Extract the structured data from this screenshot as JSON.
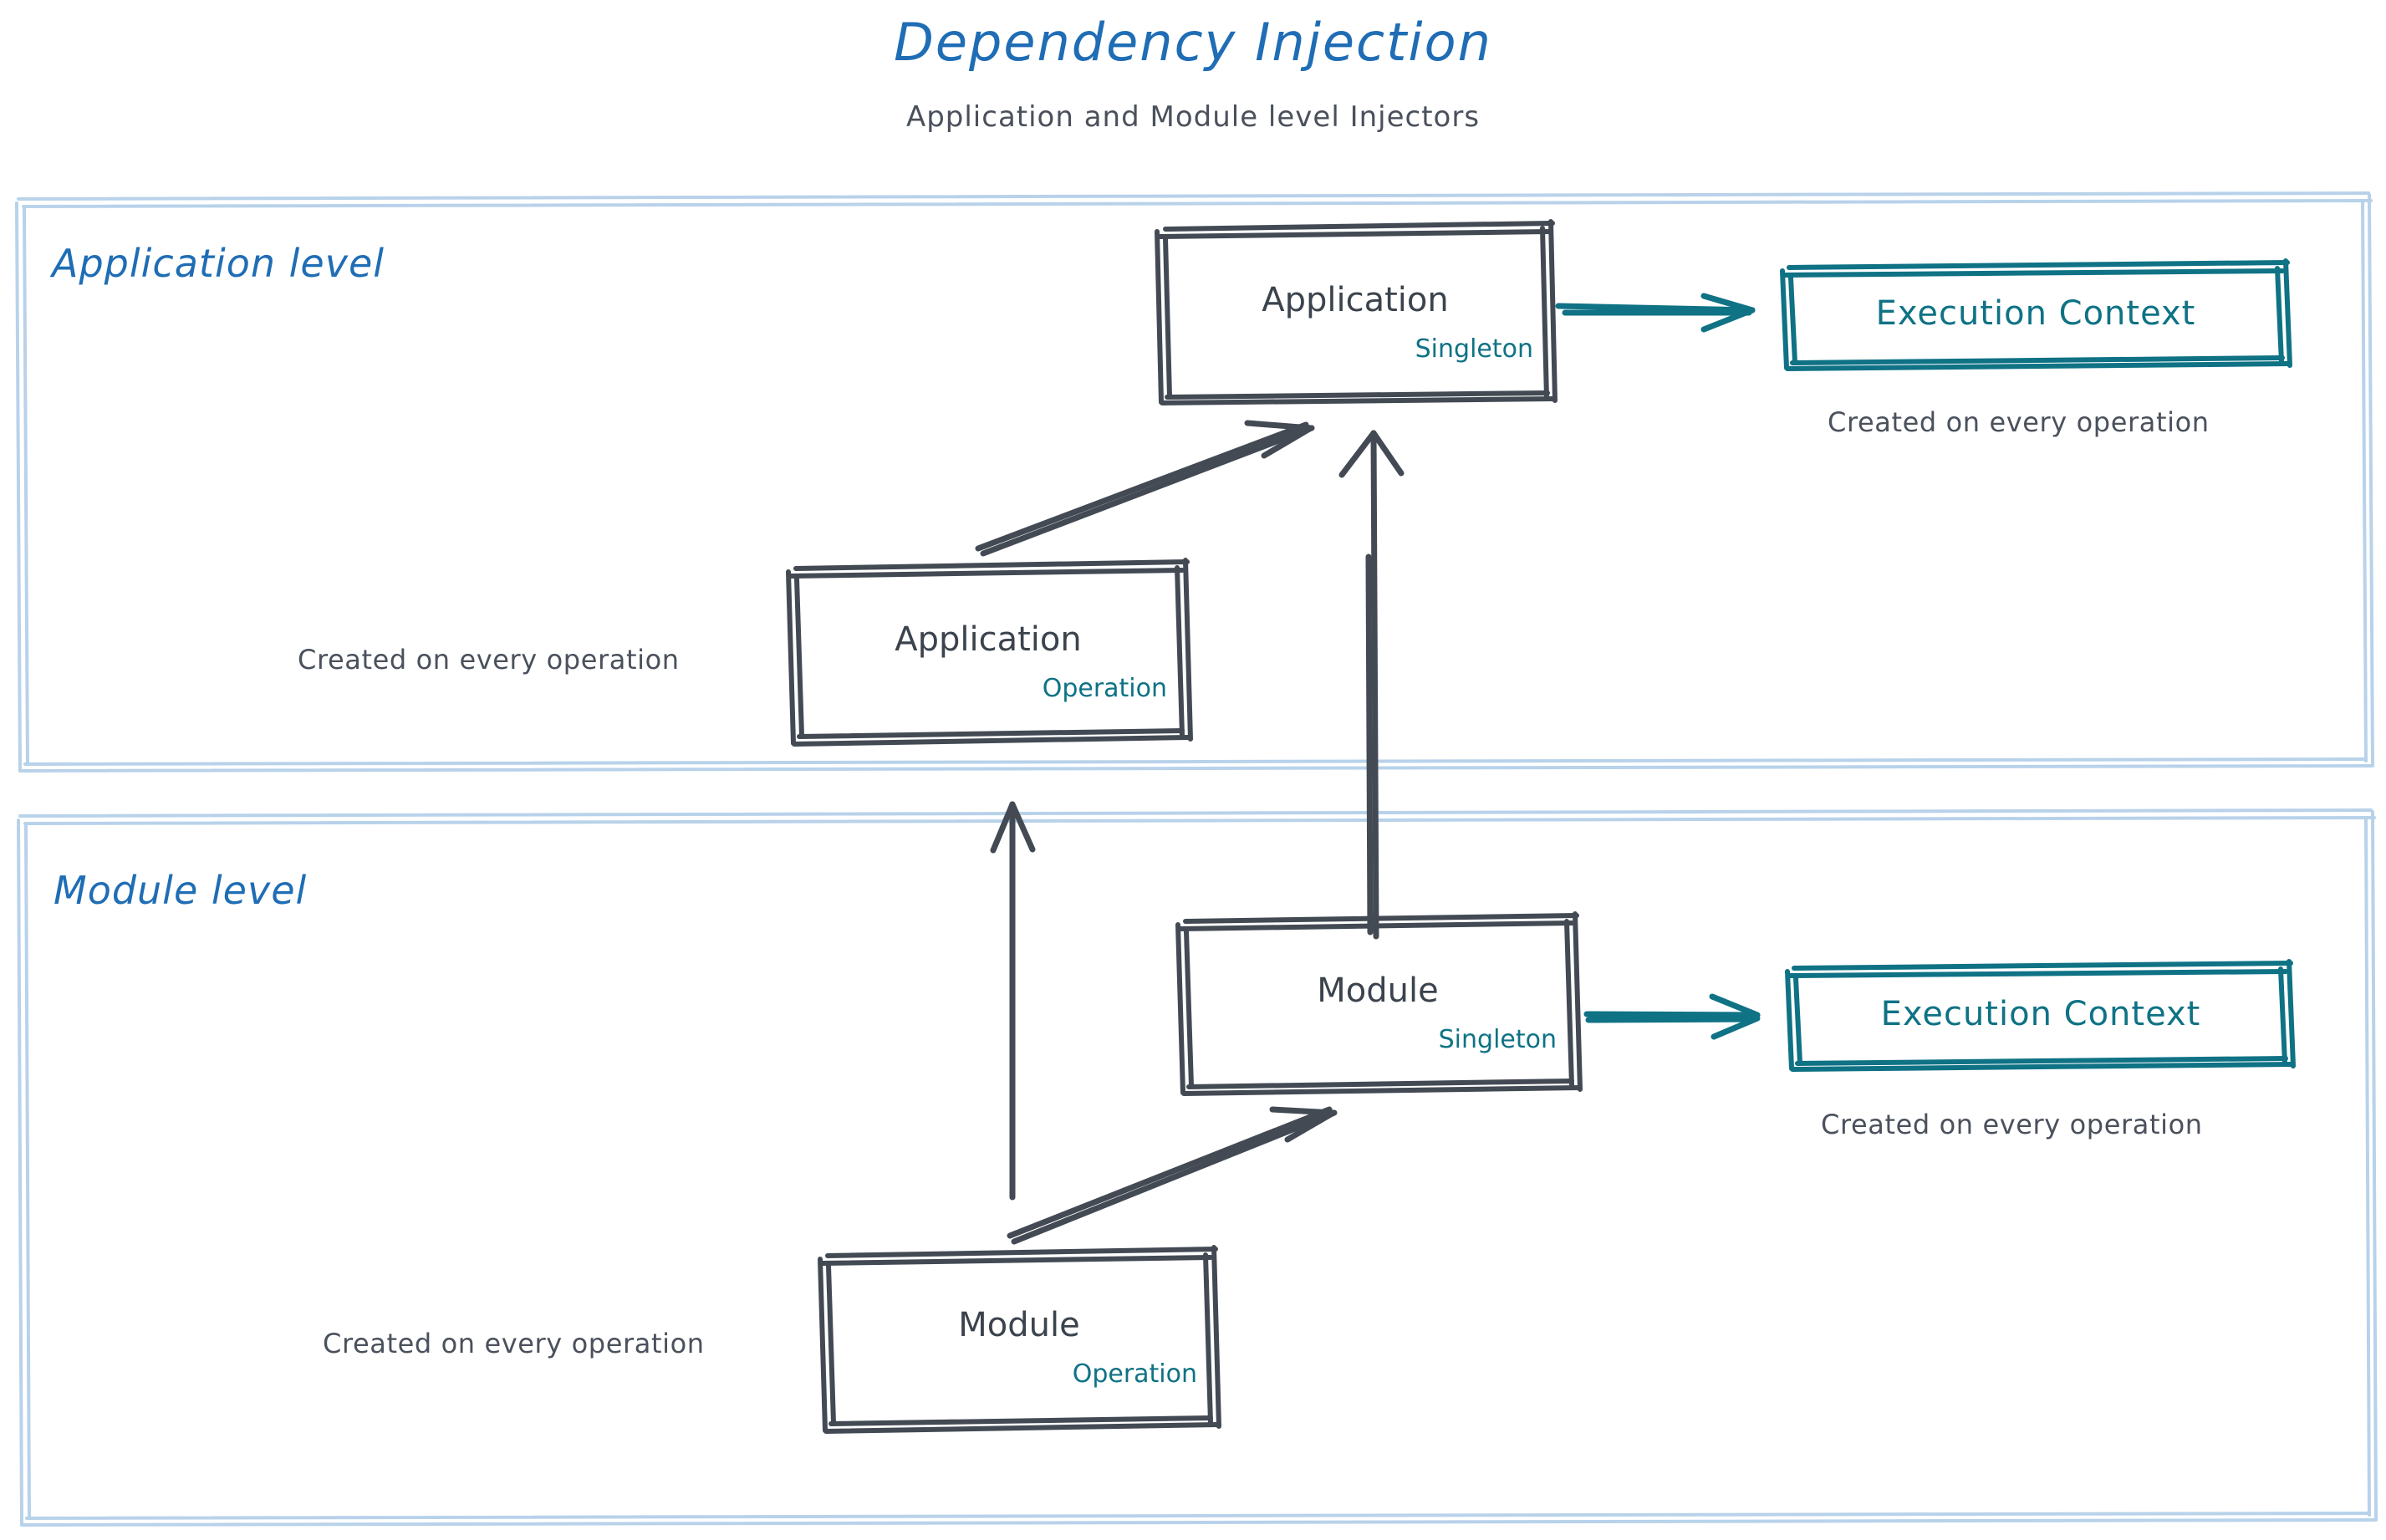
{
  "header": {
    "title": "Dependency Injection",
    "subtitle": "Application and Module level Injectors"
  },
  "colors": {
    "title_blue": "#1f6db5",
    "zone_border_blue": "#b8d2ea",
    "node_stroke": "#434a54",
    "teal": "#0f7285",
    "note_gray": "#4a515c"
  },
  "zones": [
    {
      "id": "application-level",
      "label": "Application level"
    },
    {
      "id": "module-level",
      "label": "Module level"
    }
  ],
  "nodes": [
    {
      "id": "application-singleton",
      "title": "Application",
      "scope": "Singleton"
    },
    {
      "id": "application-operation",
      "title": "Application",
      "scope": "Operation"
    },
    {
      "id": "module-singleton",
      "title": "Module",
      "scope": "Singleton"
    },
    {
      "id": "module-operation",
      "title": "Module",
      "scope": "Operation"
    }
  ],
  "execution_contexts": [
    {
      "id": "execution-context-application",
      "label": "Execution Context",
      "note": "Created on every operation"
    },
    {
      "id": "execution-context-module",
      "label": "Execution Context",
      "note": "Created on every operation"
    }
  ],
  "notes": {
    "application_operation_note": "Created on every operation",
    "module_operation_note": "Created on every operation"
  }
}
